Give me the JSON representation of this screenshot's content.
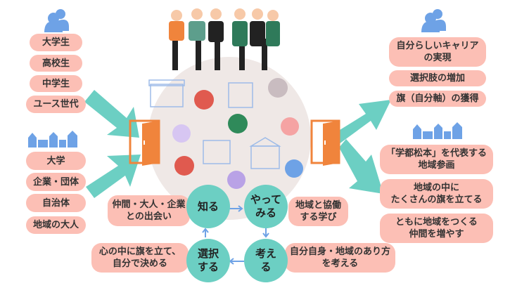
{
  "left_people": {
    "items": [
      "大学生",
      "高校生",
      "中学生",
      "ユース世代"
    ]
  },
  "left_orgs": {
    "items": [
      "大学",
      "企業・団体",
      "自治体",
      "地域の大人"
    ]
  },
  "cycle": {
    "steps": [
      "知る",
      "やって\nみる",
      "考え\nる",
      "選択\nする"
    ],
    "notes": [
      "仲間・大人・企業\nとの出会い",
      "地域と協働\nする学び",
      "自分自身・地域のあり方\nを考える",
      "心の中に旗を立て、\n自分で決める"
    ]
  },
  "right_people": {
    "items": [
      "自分らしいキャリア\nの実現",
      "選択肢の増加",
      "旗（自分軸）の獲得"
    ]
  },
  "right_orgs": {
    "items": [
      "「学都松本」を代表する\n地域参画",
      "地域の中に\nたくさんの旗を立てる",
      "ともに地域をつくる\n仲間を増やす"
    ]
  },
  "colors": {
    "pill": "#fcbfb5",
    "teal": "#6ccfc3",
    "door": "#f0843c",
    "icon": "#6ea2e6",
    "circle": "#efe8e6"
  }
}
